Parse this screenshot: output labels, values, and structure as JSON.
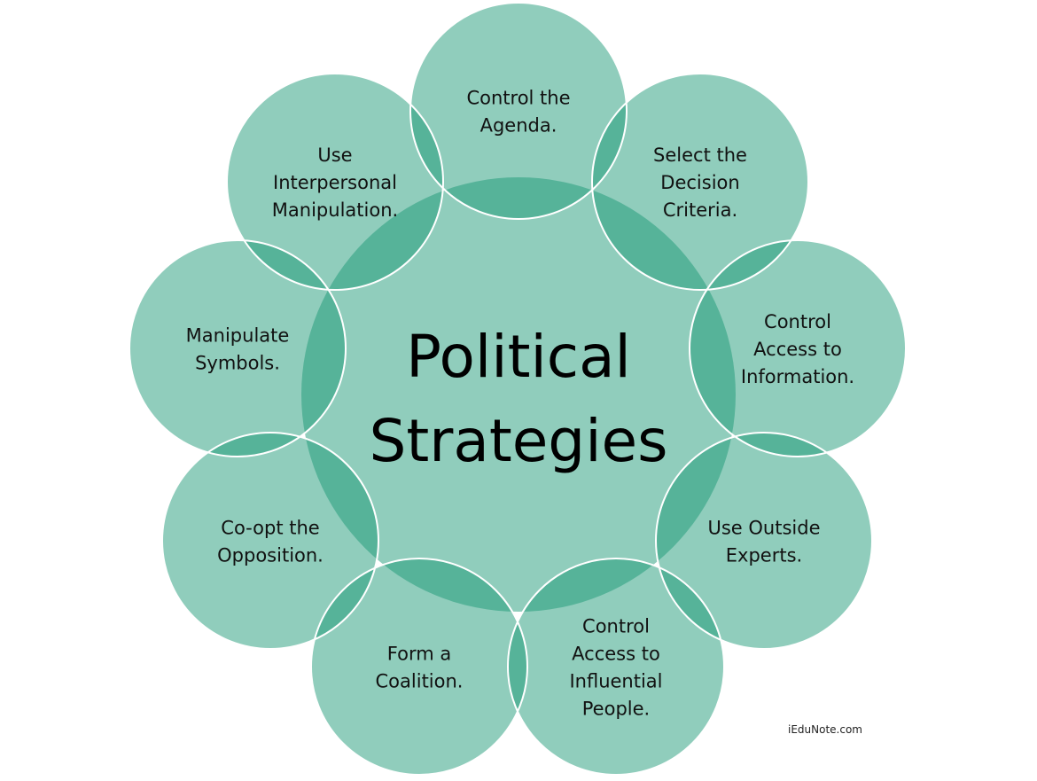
{
  "title_lines": [
    "Political",
    "Strategies"
  ],
  "strategies": [
    {
      "lines": [
        "Control the",
        "Agenda."
      ]
    },
    {
      "lines": [
        "Select the",
        "Decision",
        "Criteria."
      ]
    },
    {
      "lines": [
        "Control",
        "Access to",
        "Information."
      ]
    },
    {
      "lines": [
        "Use Outside",
        "Experts."
      ]
    },
    {
      "lines": [
        "Control",
        "Access to",
        "Influential",
        "People."
      ]
    },
    {
      "lines": [
        "Form a",
        "Coalition."
      ]
    },
    {
      "lines": [
        "Co-opt the",
        "Opposition."
      ]
    },
    {
      "lines": [
        "Manipulate",
        "Symbols."
      ]
    },
    {
      "lines": [
        "Use",
        "Interpersonal",
        "Manipulation."
      ]
    }
  ],
  "watermark": "iEduNote.com",
  "colors": {
    "fill": "#179774",
    "stroke": "#ffffff"
  }
}
